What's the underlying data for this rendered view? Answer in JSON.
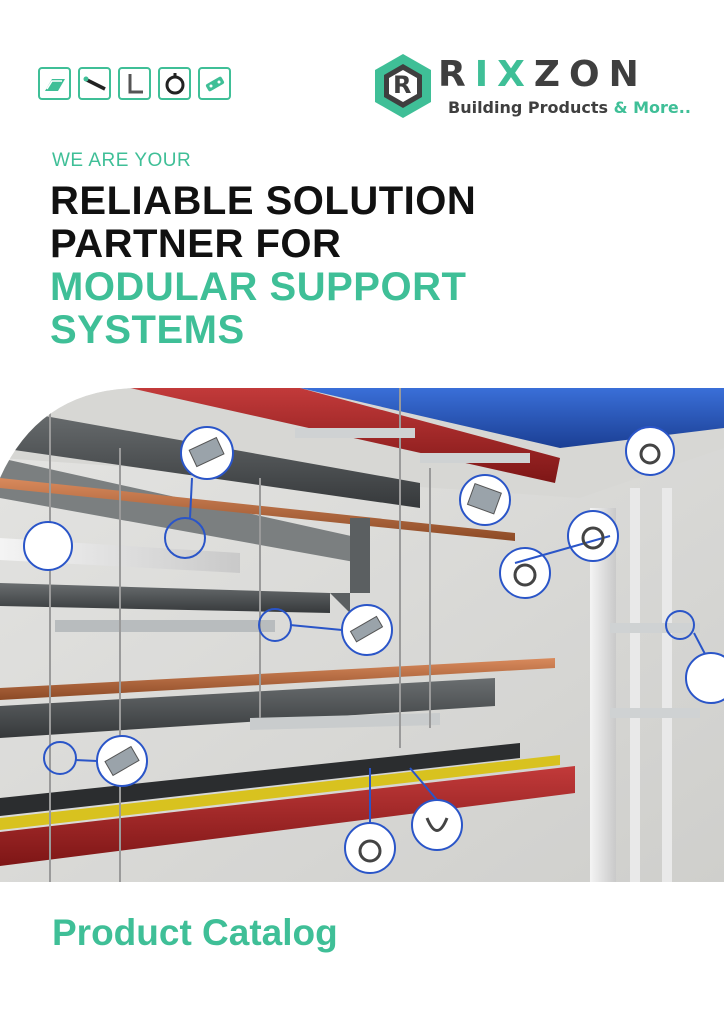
{
  "brand": {
    "logo_letter": "R",
    "name_prefix": "R",
    "name_highlight": "IX",
    "name_suffix": "ZON",
    "tagline_main": "Building Products",
    "tagline_accent": "& More.."
  },
  "product_icons": [
    "channel-icon",
    "threaded-rod-icon",
    "bracket-icon",
    "pipe-clamp-icon",
    "connector-plate-icon"
  ],
  "headline": {
    "eyebrow": "WE ARE YOUR",
    "line1": "RELIABLE SOLUTION",
    "line2": "PARTNER FOR",
    "line3": "MODULAR SUPPORT",
    "line4": "SYSTEMS"
  },
  "footer": {
    "title": "Product Catalog"
  },
  "colors": {
    "accent": "#3fbf97",
    "dark": "#111111",
    "logo_gray": "#3f3f3f"
  }
}
